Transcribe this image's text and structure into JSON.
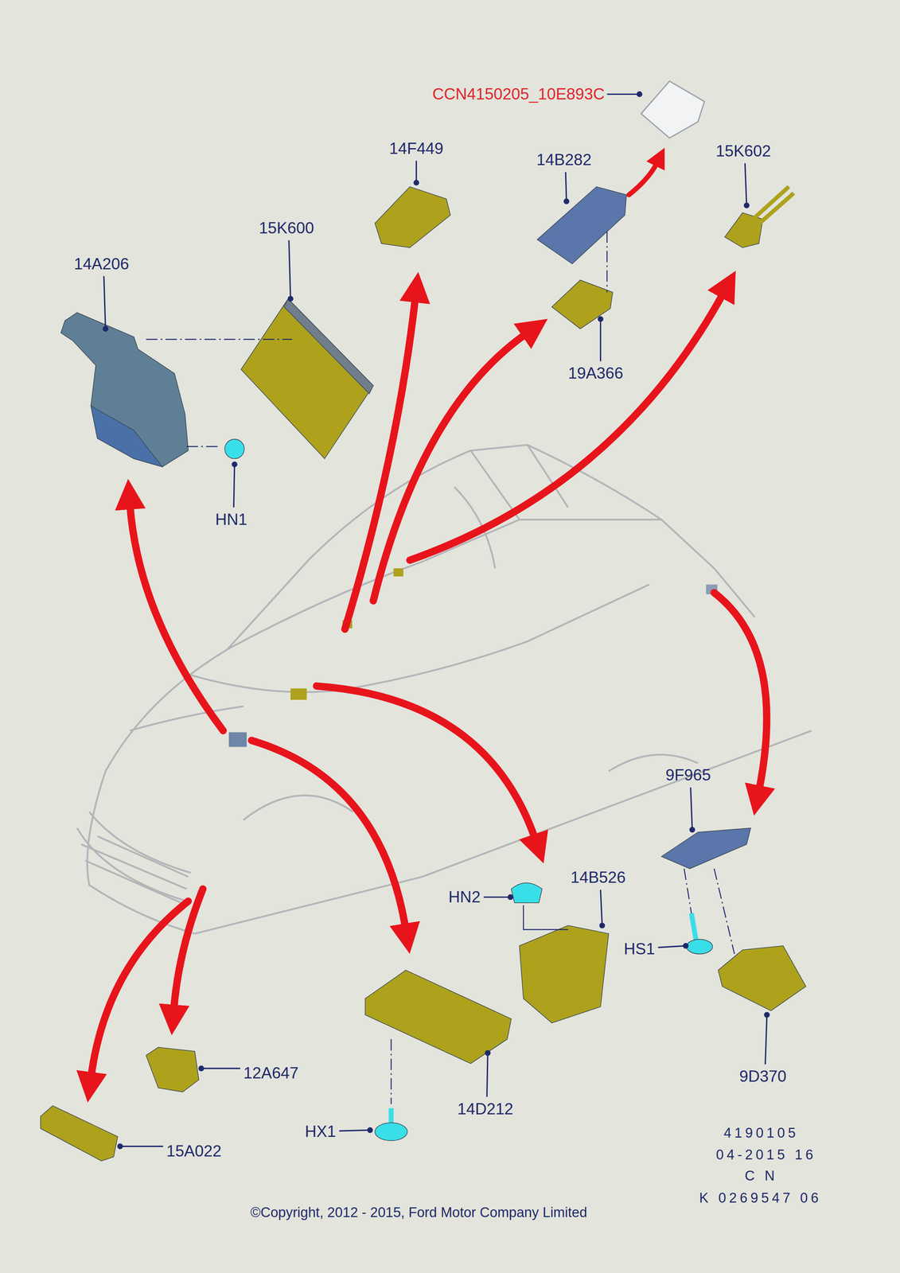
{
  "diagram": {
    "caption": "©Copyright, 2012 - 2015, Ford Motor Company Limited",
    "labels": [
      "CCN4150205_10E893C",
      "14F449",
      "14B282",
      "15K602",
      "14A206",
      "15K600",
      "19A366",
      "HN1",
      "9F965",
      "14B526",
      "HN2",
      "HS1",
      "12A647",
      "15A022",
      "HX1",
      "14D212",
      "9D370",
      "4190105",
      "04-2015 16",
      "C N",
      "K 0269547 06"
    ]
  }
}
